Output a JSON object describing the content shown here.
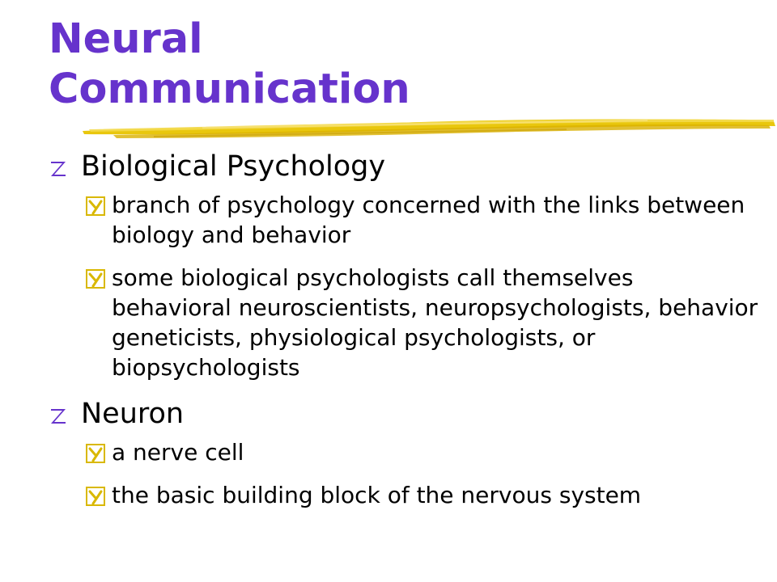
{
  "slide": {
    "title_line1": "Neural",
    "title_line2": "Communication",
    "sections": [
      {
        "heading": "Biological Psychology",
        "items": [
          "branch of psychology concerned with the links between biology and behavior",
          "some biological psychologists call themselves behavioral neuroscientists, neuropsychologists, behavior geneticists, physiological psychologists, or biopsychologists"
        ]
      },
      {
        "heading": "Neuron",
        "items": [
          "a nerve cell",
          "the basic building block of the nervous system"
        ]
      }
    ]
  },
  "colors": {
    "title": "#6633cc",
    "bullet_primary": "#6633cc",
    "bullet_secondary": "#d9b800",
    "highlight": "#e8c400",
    "text": "#000000"
  },
  "icons": {
    "level1_bullet": "z-bullet-icon",
    "level2_bullet": "y-bullet-icon",
    "underline": "yellow-brushstroke-underline"
  }
}
